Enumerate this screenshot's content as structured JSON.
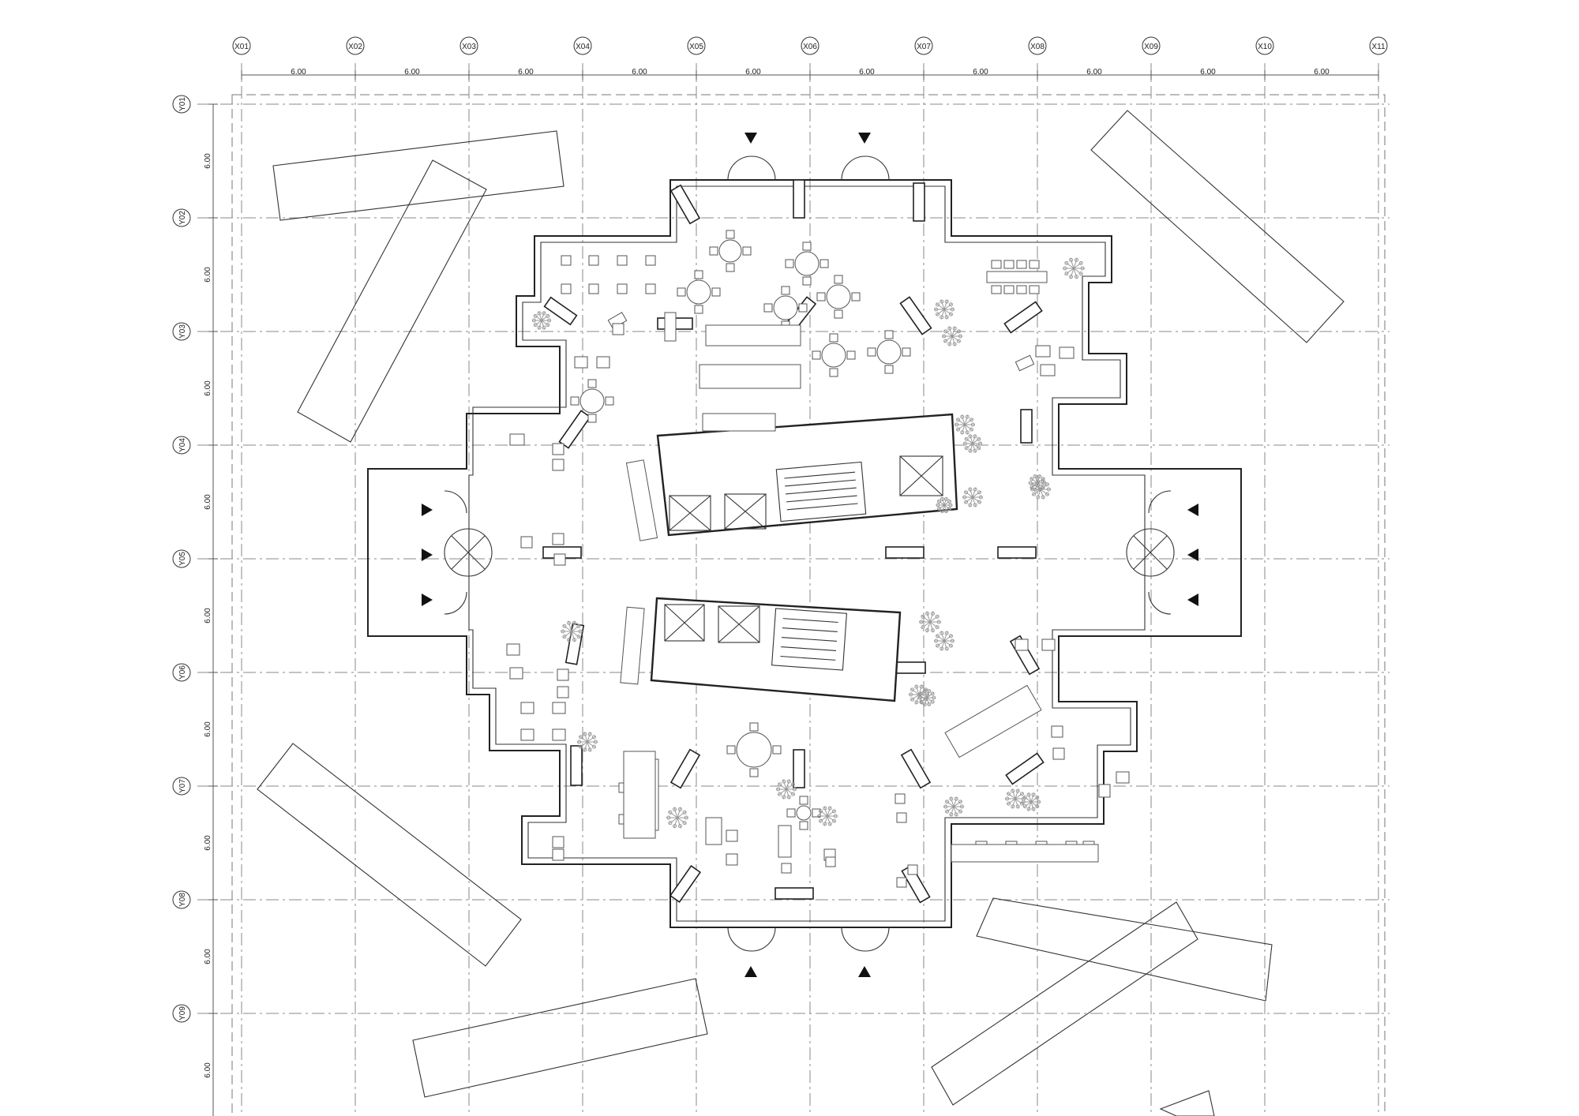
{
  "grid": {
    "x_labels": [
      "X01",
      "X02",
      "X03",
      "X04",
      "X05",
      "X06",
      "X07",
      "X08",
      "X09",
      "X10",
      "X11"
    ],
    "y_labels": [
      "Y01",
      "Y02",
      "Y03",
      "Y04",
      "Y05",
      "Y06",
      "Y07",
      "Y08",
      "Y09"
    ],
    "x_spacing": "6.00",
    "y_spacing": "6.00"
  },
  "colors": {
    "line": "#222222",
    "grid": "#8a8a8a",
    "background": "#ffffff"
  },
  "icons": [
    "entrance-arrow-icon",
    "revolving-door-icon",
    "elevator-icon",
    "stair-icon",
    "table-icon",
    "chair-icon",
    "plant-icon"
  ]
}
